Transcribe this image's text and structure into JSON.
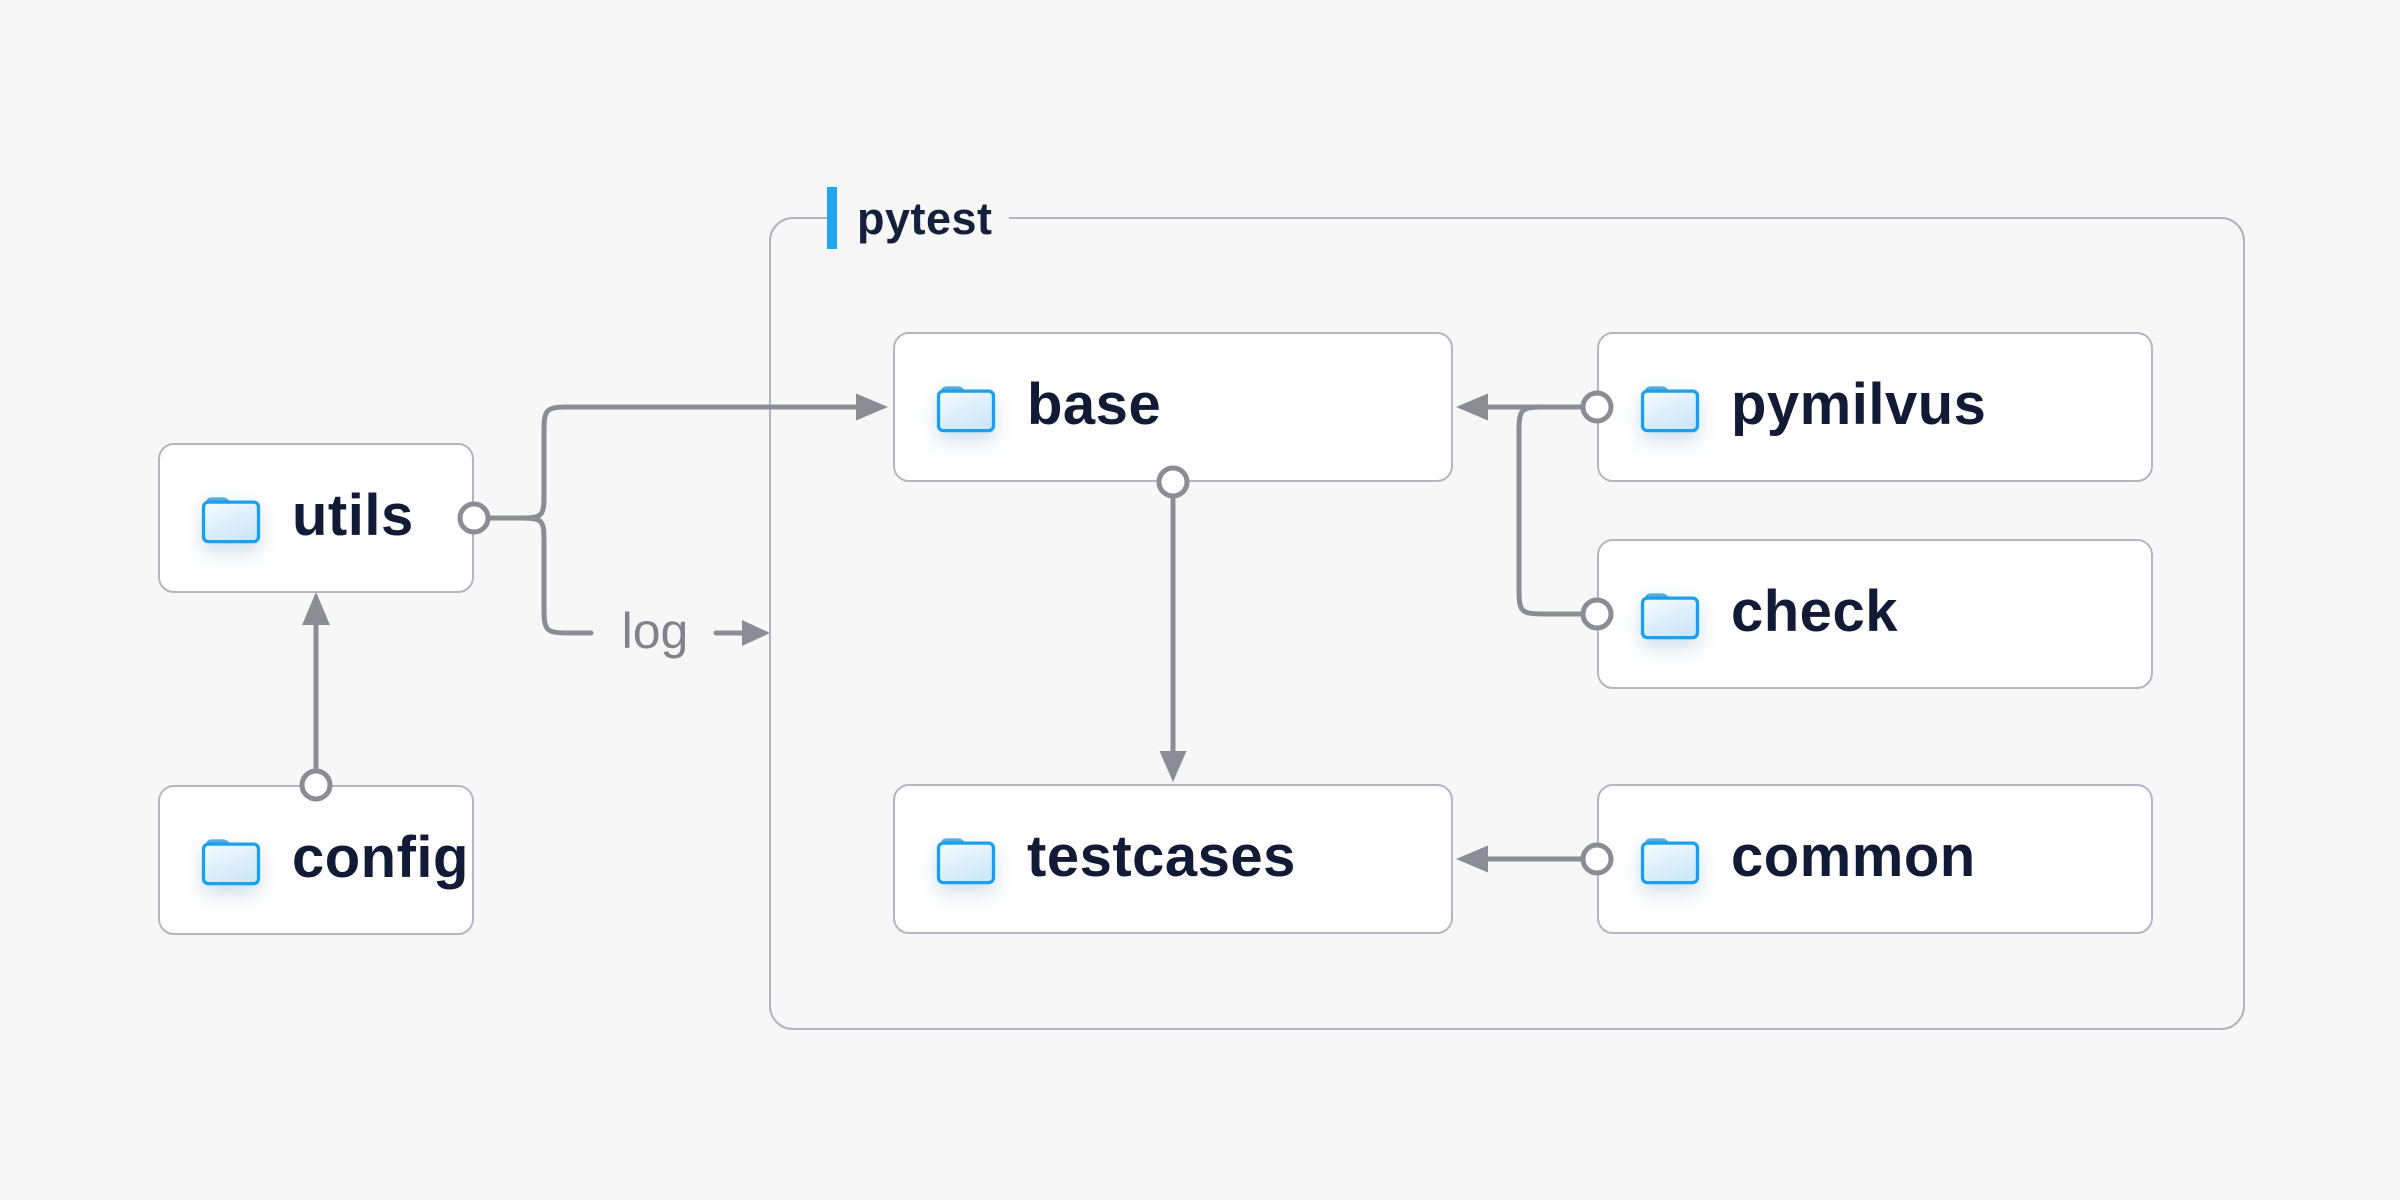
{
  "diagram": {
    "container": {
      "label": "pytest",
      "accent_color": "#1fa7f0"
    },
    "nodes": {
      "utils": {
        "label": "utils",
        "icon": "folder-icon"
      },
      "config": {
        "label": "config",
        "icon": "folder-icon"
      },
      "base": {
        "label": "base",
        "icon": "folder-icon"
      },
      "pymilvus": {
        "label": "pymilvus",
        "icon": "folder-icon"
      },
      "check": {
        "label": "check",
        "icon": "folder-icon"
      },
      "testcases": {
        "label": "testcases",
        "icon": "folder-icon"
      },
      "common": {
        "label": "common",
        "icon": "folder-icon"
      }
    },
    "edges": [
      {
        "from": "config",
        "to": "utils"
      },
      {
        "from": "utils",
        "to": "base"
      },
      {
        "from": "utils",
        "to": "pytest-container",
        "label": "log"
      },
      {
        "from": "pymilvus",
        "to": "base"
      },
      {
        "from": "check",
        "to": "base"
      },
      {
        "from": "base",
        "to": "testcases"
      },
      {
        "from": "common",
        "to": "testcases"
      }
    ],
    "colors": {
      "background": "#f7f7f8",
      "node_fill": "#ffffff",
      "node_border": "#b6b6c1",
      "container_border": "#b3b3bf",
      "connector_gray": "#8c8c97",
      "text_navy": "#111b36",
      "edge_label_gray": "#82828e",
      "accent_blue": "#1fa7f0",
      "folder_border_blue": "#1aa0f0",
      "folder_tab_blue": "#44a3d9",
      "folder_fill_light": "#f6fbfe",
      "folder_fill_dark": "#cee8f8"
    }
  }
}
